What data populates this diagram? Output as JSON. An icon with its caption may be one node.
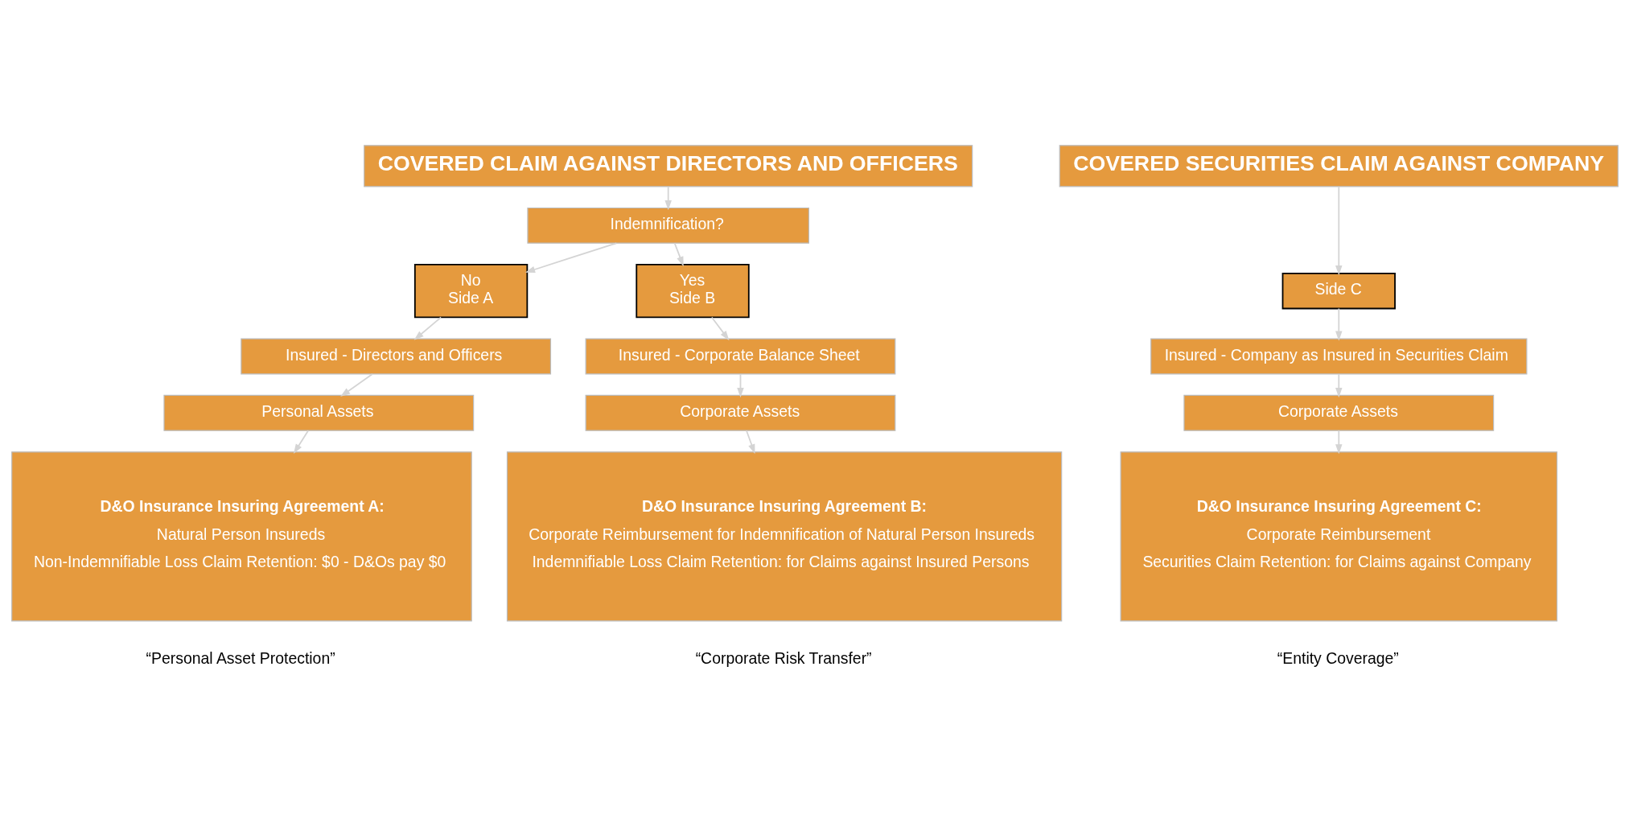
{
  "diagram": {
    "nodes": [
      {
        "text": [
          "COVERED CLAIM AGAINST DIRECTORS AND OFFICERS"
        ]
      },
      {
        "text": [
          "Indemnification?"
        ]
      },
      {
        "text": [
          "No",
          "Side A"
        ]
      },
      {
        "text": [
          "Yes",
          "Side B"
        ]
      },
      {
        "text": [
          "Insured - Directors and Officers"
        ]
      },
      {
        "text": [
          "Insured - Corporate Balance Sheet"
        ]
      },
      {
        "text": [
          "Personal Assets"
        ]
      },
      {
        "text": [
          "Corporate Assets"
        ]
      },
      {
        "text": [
          "D&O Insurance Insuring Agreement A:",
          "Natural Person Insureds",
          "Non-Indemnifiable Loss Claim Retention: $0 - D&Os pay $0"
        ],
        "beside": [
          "“Personal Asset Protection”"
        ]
      },
      {
        "text": [
          "D&O Insurance Insuring Agreement B:",
          "Corporate Reimbursement for Indemnification of Natural Person Insureds",
          "Indemnifiable Loss Claim Retention: for Claims against Insured Persons"
        ],
        "beside": [
          "“Corporate Risk Transfer”"
        ]
      },
      {
        "text": [
          "COVERED SECURITIES CLAIM AGAINST COMPANY"
        ]
      },
      {
        "text": [
          "Side C"
        ]
      },
      {
        "text": [
          "Insured - Company as Insured in Securities Claim"
        ]
      },
      {
        "text": [
          "Corporate Assets"
        ]
      },
      {
        "text": [
          "D&O Insurance Insuring Agreement C:",
          "Corporate Reimbursement",
          "Securities Claim Retention: for Claims against Company"
        ],
        "beside": [
          "“Entity Coverage”"
        ]
      }
    ],
    "edges": [
      {
        "from": 0,
        "to": 1,
        "arrow": "to"
      },
      {
        "from": 1,
        "to": 2,
        "arrow": "to"
      },
      {
        "from": 1,
        "to": 3,
        "arrow": "to"
      },
      {
        "from": 2,
        "to": 4,
        "arrow": "to"
      },
      {
        "from": 3,
        "to": 5,
        "arrow": "to"
      },
      {
        "from": 4,
        "to": 6,
        "arrow": "to"
      },
      {
        "from": 5,
        "to": 7,
        "arrow": "to"
      },
      {
        "from": 6,
        "to": 8,
        "arrow": "to"
      },
      {
        "from": 7,
        "to": 9,
        "arrow": "to"
      },
      {
        "from": 10,
        "to": 11,
        "arrow": "to"
      },
      {
        "from": 11,
        "to": 12,
        "arrow": "to"
      },
      {
        "from": 12,
        "to": 13,
        "arrow": "to"
      },
      {
        "from": 13,
        "to": 14,
        "arrow": "to"
      }
    ]
  }
}
